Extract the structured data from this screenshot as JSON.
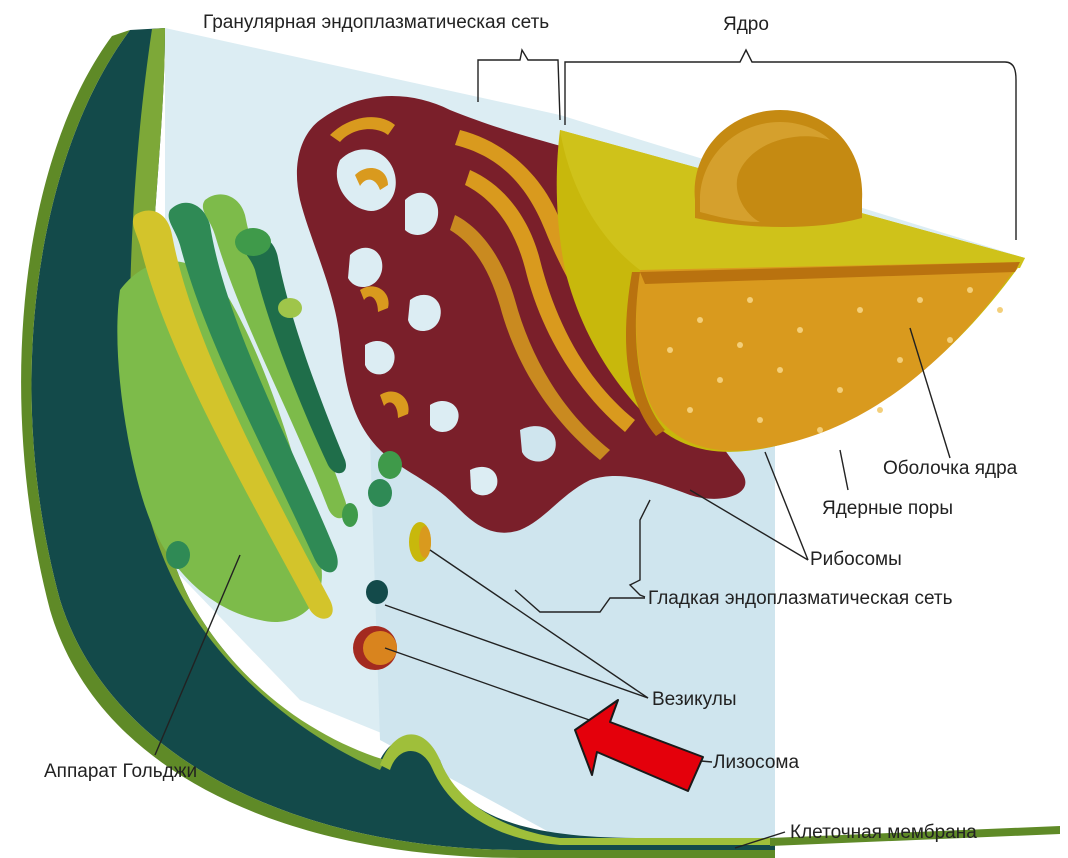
{
  "labels": {
    "granular_er": "Гранулярная эндоплазматическая сеть",
    "nucleus": "Ядро",
    "nuclear_envelope": "Оболочка ядра",
    "nuclear_pores": "Ядерные поры",
    "ribosomes": "Рибосомы",
    "smooth_er": "Гладкая эндоплазматическая сеть",
    "vesicles": "Везикулы",
    "lysosome": "Лизосома",
    "golgi": "Аппарат Гольджи",
    "cell_membrane": "Клеточная мембрана"
  },
  "colors": {
    "cytoplasm": "#dcedf3",
    "outer_green": "#5f8a27",
    "dark_teal": "#134a4a",
    "nucleus_yellow": "#c8b80c",
    "nucleus_orange": "#d99a1e",
    "er_maroon": "#7a1f2a",
    "arrow_red": "#e4000b"
  }
}
